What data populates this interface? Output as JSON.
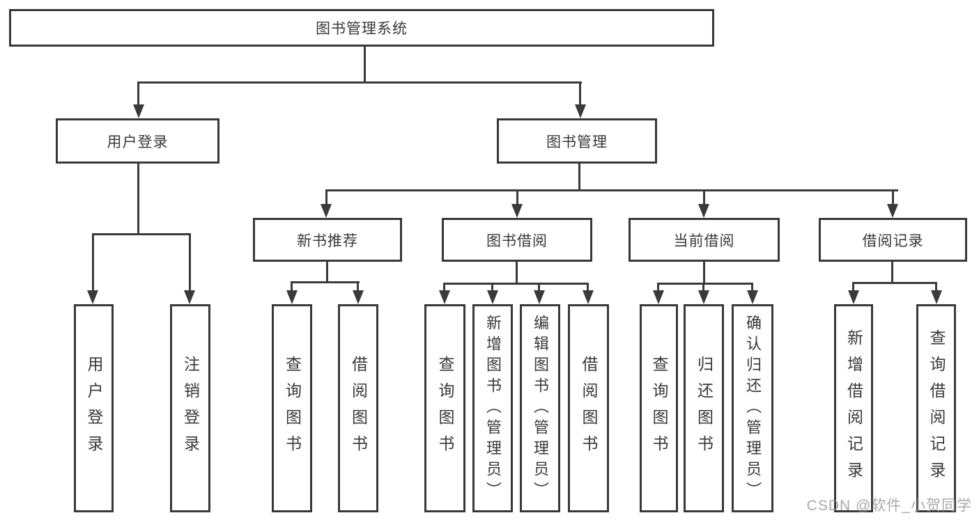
{
  "page": {
    "background_color": "#ffffff",
    "line_color": "#3a3a3a",
    "text_color": "#383838"
  },
  "tree": {
    "root": {
      "label": "图书管理系统"
    },
    "branches": [
      {
        "label": "用户登录",
        "children": [
          {
            "label": "用户登录"
          },
          {
            "label": "注销登录"
          }
        ]
      },
      {
        "label": "图书管理",
        "children": [
          {
            "label": "新书推荐",
            "children": [
              {
                "label": "查询图书"
              },
              {
                "label": "借阅图书"
              }
            ]
          },
          {
            "label": "图书借阅",
            "children": [
              {
                "label": "查询图书"
              },
              {
                "label": "新增图书（管理员）"
              },
              {
                "label": "编辑图书（管理员）"
              },
              {
                "label": "借阅图书"
              }
            ]
          },
          {
            "label": "当前借阅",
            "children": [
              {
                "label": "查询图书"
              },
              {
                "label": "归还图书"
              },
              {
                "label": "确认归还（管理员）"
              }
            ]
          },
          {
            "label": "借阅记录",
            "children": [
              {
                "label": "新增借阅记录"
              },
              {
                "label": "查询借阅记录"
              }
            ]
          }
        ]
      }
    ]
  },
  "watermark": {
    "text": "CSDN @软件_小贺同学"
  }
}
